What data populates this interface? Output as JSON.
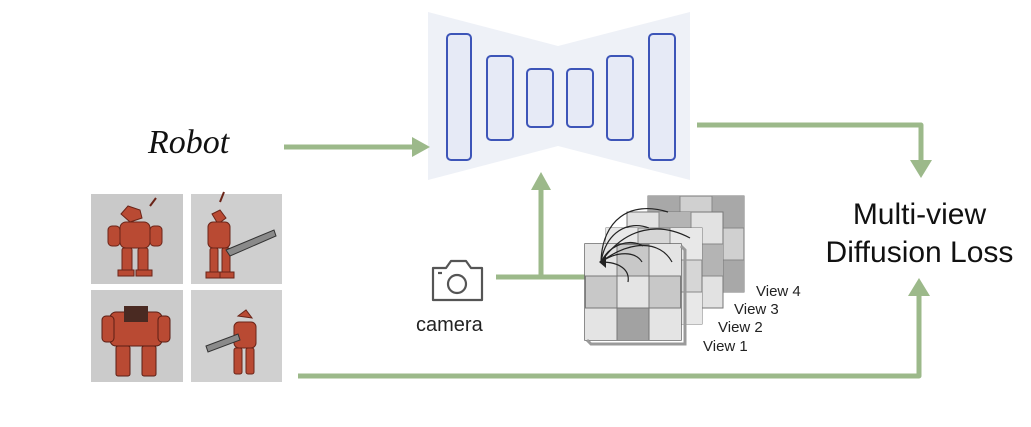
{
  "diagram": {
    "text_prompt": "Robot",
    "loss_line1": "Multi-view",
    "loss_line2": "Diffusion Loss",
    "camera_label": "camera",
    "views": [
      "View 4",
      "View 3",
      "View 2",
      "View 1"
    ],
    "colors": {
      "arrow": "#9cb98a",
      "unet_bg": "#f0f2f8",
      "unet_block_fill": "#e6eaf6",
      "unet_block_stroke": "#3d55b8",
      "grid_dark": "#a8a8a8",
      "grid_light": "#e4e4e4",
      "robot_body": "#b94a33",
      "image_bg": "#c9c9c9"
    }
  }
}
